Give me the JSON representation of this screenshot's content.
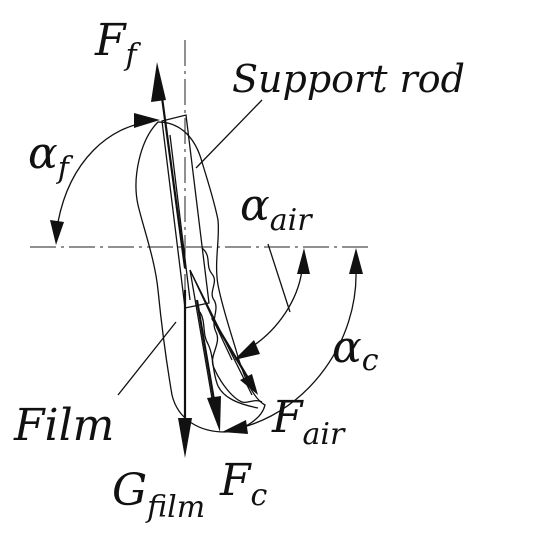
{
  "labels": {
    "force_f": "F",
    "force_f_sub": "f",
    "support_rod": "Support rod",
    "alpha_f": "α",
    "alpha_f_sub": "f",
    "alpha_air": "α",
    "alpha_air_sub": "air",
    "alpha_c": "α",
    "alpha_c_sub": "c",
    "film": "Film",
    "force_air": "F",
    "force_air_sub": "air",
    "gravity": "G",
    "gravity_sub": "film",
    "force_c": "F",
    "force_c_sub": "c"
  },
  "colors": {
    "ink": "#111111",
    "background": "#ffffff"
  }
}
